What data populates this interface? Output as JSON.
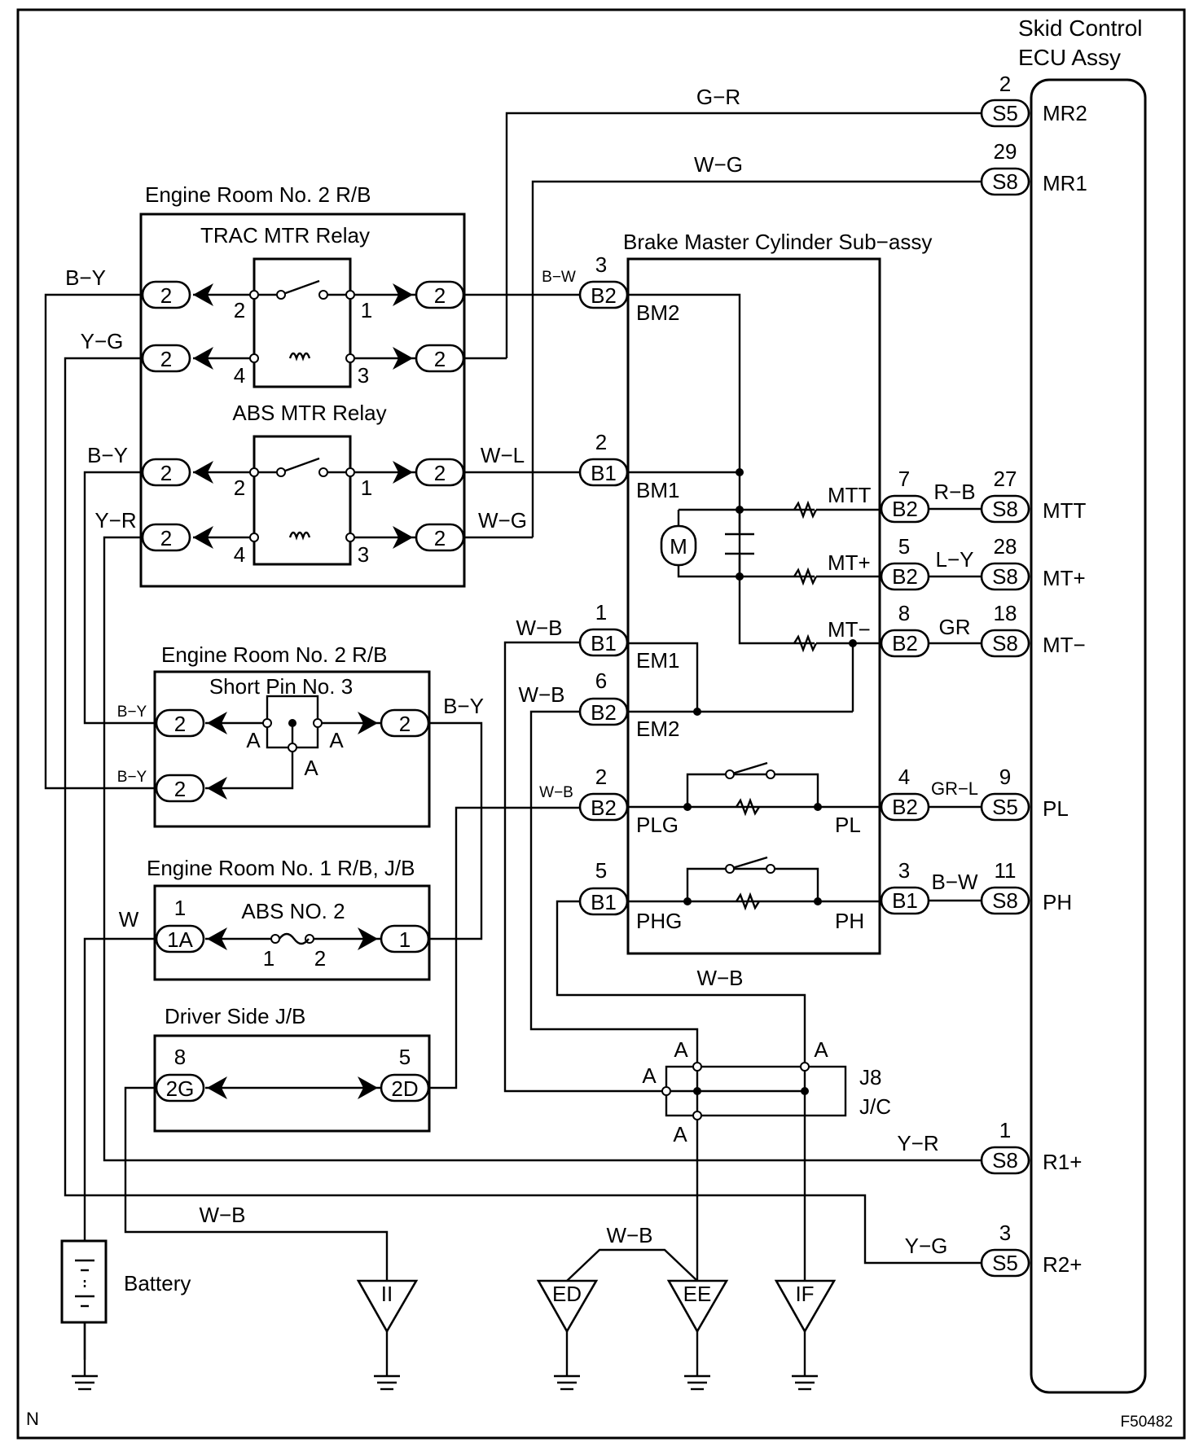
{
  "ecu": {
    "title_line1": "Skid Control",
    "title_line2": "ECU Assy"
  },
  "ecu_pins": [
    {
      "num": "2",
      "conn": "S5",
      "name": "MR2"
    },
    {
      "num": "29",
      "conn": "S8",
      "name": "MR1"
    },
    {
      "num": "27",
      "conn": "S8",
      "name": "MTT"
    },
    {
      "num": "28",
      "conn": "S8",
      "name": "MT+"
    },
    {
      "num": "18",
      "conn": "S8",
      "name": "MT−"
    },
    {
      "num": "9",
      "conn": "S5",
      "name": "PL"
    },
    {
      "num": "11",
      "conn": "S8",
      "name": "PH"
    },
    {
      "num": "1",
      "conn": "S8",
      "name": "R1+"
    },
    {
      "num": "3",
      "conn": "S5",
      "name": "R2+"
    }
  ],
  "wires": {
    "mr2": "G−R",
    "mr1": "W−G",
    "trac_by": "B−Y",
    "trac_yg": "Y−G",
    "trac_bw": "B−W",
    "abs_by": "B−Y",
    "abs_yr": "Y−R",
    "abs_wl": "W−L",
    "abs_wg": "W−G",
    "mtt": "R−B",
    "mtp": "L−Y",
    "mtm": "GR",
    "em1": "W−B",
    "em2": "W−B",
    "plg": "W−B",
    "pl": "GR−L",
    "ph": "B−W",
    "sp_by1": "B−Y",
    "sp_by2": "B−Y",
    "sp_by_out": "B−Y",
    "abs2_w": "W",
    "phg_wb": "W−B",
    "r1": "Y−R",
    "r2": "Y−G",
    "ii_wb": "W−B",
    "ed_ee_wb": "W−B"
  },
  "boxes": {
    "er2_top": "Engine Room No. 2 R/B",
    "trac_relay": "TRAC MTR Relay",
    "abs_relay": "ABS MTR Relay",
    "brake_master": "Brake Master Cylinder Sub−assy",
    "er2_short": "Engine Room No. 2 R/B",
    "short_pin": "Short Pin No. 3",
    "er1": "Engine Room No. 1 R/B, J/B",
    "abs_no2": "ABS NO. 2",
    "driver_jb": "Driver Side J/B",
    "j8": "J8",
    "jc": "J/C"
  },
  "bmc_pins": {
    "bm2": "BM2",
    "bm1": "BM1",
    "em1": "EM1",
    "em2": "EM2",
    "plg": "PLG",
    "phg": "PHG",
    "pl": "PL",
    "ph": "PH",
    "mtt": "MTT",
    "mtp": "MT+",
    "mtm": "MT−",
    "motor": "M"
  },
  "connectors": {
    "b2_3": {
      "num": "3",
      "conn": "B2"
    },
    "b1_2": {
      "num": "2",
      "conn": "B1"
    },
    "b1_1": {
      "num": "1",
      "conn": "B1"
    },
    "b2_6": {
      "num": "6",
      "conn": "B2"
    },
    "b2_2": {
      "num": "2",
      "conn": "B2"
    },
    "b1_5": {
      "num": "5",
      "conn": "B1"
    },
    "b2_7": {
      "num": "7",
      "conn": "B2"
    },
    "b2_5": {
      "num": "5",
      "conn": "B2"
    },
    "b2_8": {
      "num": "8",
      "conn": "B2"
    },
    "b2_4": {
      "num": "4",
      "conn": "B2"
    },
    "b1_3": {
      "num": "3",
      "conn": "B1"
    }
  },
  "relay": {
    "p2": "2",
    "p1": "1",
    "p4": "4",
    "p3": "3",
    "conn": "2"
  },
  "short_pin": {
    "conn": "2",
    "a": "A"
  },
  "abs_fuse": {
    "left_num": "1",
    "left_conn": "1A",
    "right_conn": "1",
    "pin1": "1",
    "pin2": "2"
  },
  "driver_jb": {
    "left_num": "8",
    "left_conn": "2G",
    "right_num": "5",
    "right_conn": "2D"
  },
  "j8_a": "A",
  "grounds": {
    "ii": "II",
    "ed": "ED",
    "ee": "EE",
    "if": "IF"
  },
  "battery": "Battery",
  "corner_left": "N",
  "corner_right": "F50482"
}
